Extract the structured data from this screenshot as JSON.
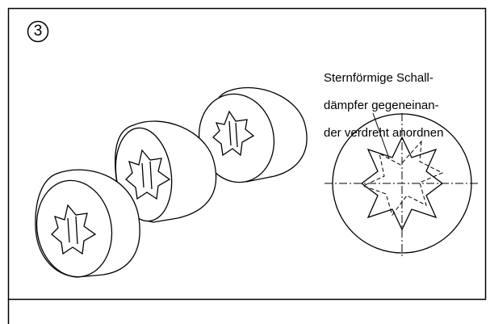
{
  "step": {
    "number": "3"
  },
  "callout": {
    "lines": [
      "Sternförmige Schall-",
      "dämpfer gegeneinan-",
      "der verdreht anordnen"
    ]
  },
  "figure": {
    "isometric_parts": [
      "silencer-disc-1",
      "silencer-disc-2",
      "silencer-disc-3"
    ],
    "section_view": "star-shaped-silencers-rotated-overlay"
  }
}
